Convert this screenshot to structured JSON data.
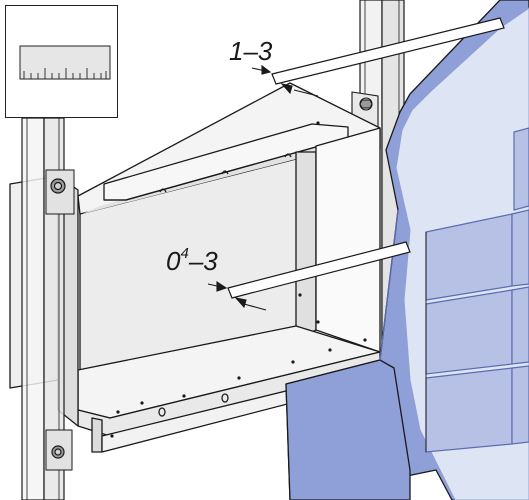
{
  "dimensions": {
    "top_gap": "1–3",
    "mid_gap_main": "0",
    "mid_gap_sup": "4",
    "mid_gap_tail": "–3"
  },
  "colors": {
    "tile": "#b7c1e6",
    "tile_grout": "#6c79b5",
    "board": "#8f9fd8",
    "board_edge": "#5c6cb0",
    "plaster": "#dde4f4",
    "steel": "#f2f2f2",
    "steel_shadow": "#dcdcdc",
    "outline": "#1a1a1a"
  },
  "inset": {
    "icon": "ruler-icon"
  }
}
